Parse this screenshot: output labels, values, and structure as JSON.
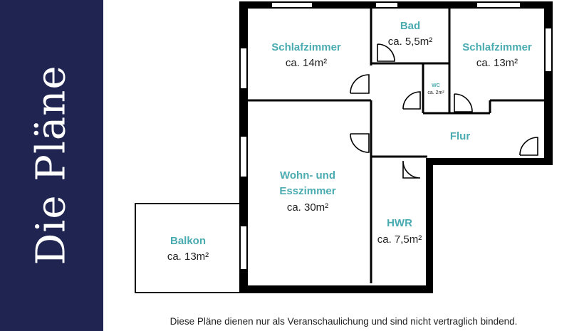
{
  "sidebar": {
    "title": "Die Pläne"
  },
  "rooms": {
    "schlafzimmer_left": {
      "name": "Schlafzimmer",
      "area": "ca. 14m²"
    },
    "bad": {
      "name": "Bad",
      "area": "ca. 5,5m²"
    },
    "schlafzimmer_right": {
      "name": "Schlafzimmer",
      "area": "ca. 13m²"
    },
    "wc": {
      "name": "WC",
      "area": "ca. 2m²"
    },
    "flur": {
      "name": "Flur"
    },
    "wohnen": {
      "name_line1": "Wohn- und",
      "name_line2": "Esszimmer",
      "area": "ca. 30m²"
    },
    "hwr": {
      "name": "HWR",
      "area": "ca. 7,5m²"
    },
    "balkon": {
      "name": "Balkon",
      "area": "ca. 13m²"
    }
  },
  "footer": {
    "disclaimer": "Diese Pläne dienen nur als Veranschaulichung und sind nicht vertraglich bindend."
  },
  "colors": {
    "sidebar": "#1f2550",
    "room_label": "#4aabb0",
    "wall": "#000000"
  }
}
